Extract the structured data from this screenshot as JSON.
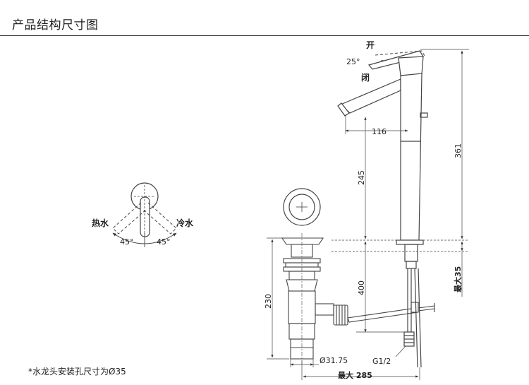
{
  "header": {
    "title": "产品结构尺寸图"
  },
  "handle_view": {
    "hot_label": "热水",
    "cold_label": "冷水",
    "left_angle": "45°",
    "right_angle": "45°"
  },
  "lever": {
    "open_label": "开",
    "close_label": "闭",
    "angle": "25°"
  },
  "dimensions": {
    "spout_reach": "116",
    "spout_height": "245",
    "total_height": "361",
    "drain_length": "230",
    "supply_hose": "400",
    "max_deck": "最大35",
    "drain_dia": "Ø31.75",
    "connection": "G1/2",
    "max_reach": "最大 285"
  },
  "footnote": {
    "text": "*水龙头安装孔尺寸为Ø35"
  }
}
